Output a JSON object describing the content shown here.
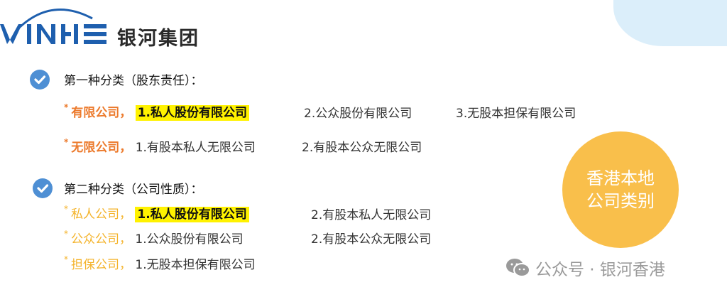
{
  "header": {
    "logo_latin": "YINHE",
    "logo_chinese": "银河集团"
  },
  "sections": [
    {
      "heading": "第一种分类（股东责任）：",
      "rows": [
        {
          "label": "有限公司，",
          "items": [
            "1.私人股份有限公司",
            "2.公众股份有限公司",
            "3.无股本担保有限公司"
          ]
        },
        {
          "label": "无限公司，",
          "items": [
            "1.有股本私人无限公司",
            "2.有股本公众无限公司"
          ]
        }
      ]
    },
    {
      "heading": "第二种分类（公司性质）：",
      "rows": [
        {
          "label": "私人公司，",
          "items": [
            "1.私人股份有限公司",
            "2.有股本私人无限公司"
          ]
        },
        {
          "label": "公众公司，",
          "items": [
            "1.公众股份有限公司",
            "2.有股本公众无限公司"
          ]
        },
        {
          "label": "担保公司，",
          "items": [
            "1.无股本担保有限公司"
          ]
        }
      ]
    }
  ],
  "badge": {
    "line1": "香港本地",
    "line2": "公司类别"
  },
  "watermark": {
    "icon": "wechat-icon",
    "text": "公众号 · 银河香港"
  },
  "colors": {
    "brand_blue": "#1e5fae",
    "check_blue": "#4e8fd4",
    "orange": "#ec7a2c",
    "yellow_label": "#f4b32a",
    "highlight": "#fff200",
    "badge": "#f9bf4b"
  }
}
